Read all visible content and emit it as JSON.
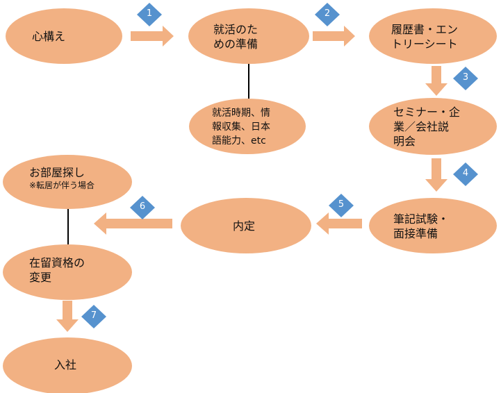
{
  "colors": {
    "node": "#F2B183",
    "arrow": "#F2B183",
    "badge": "#5692CE",
    "line": "#000000"
  },
  "nodes": {
    "mindset": "心構え",
    "prep": "就活のための準備",
    "prep_line1": "就活のた",
    "prep_line2": "めの準備",
    "prep_detail_line1": "就活時期、情",
    "prep_detail_line2": "報収集、日本",
    "prep_detail_line3": "語能力、etc",
    "resume_line1": "履歴書・エン",
    "resume_line2": "トリーシート",
    "seminar_line1": "セミナー・企",
    "seminar_line2": "業／会社説",
    "seminar_line3": "明会",
    "exam_line1": "筆記試験・",
    "exam_line2": "面接準備",
    "offer": "内定",
    "room_line1": "お部屋探し",
    "room_note": "※転居が伴う場合",
    "visa_line1": "在留資格の",
    "visa_line2": "変更",
    "join": "入社"
  },
  "badges": [
    "1",
    "2",
    "3",
    "4",
    "5",
    "6",
    "7"
  ]
}
